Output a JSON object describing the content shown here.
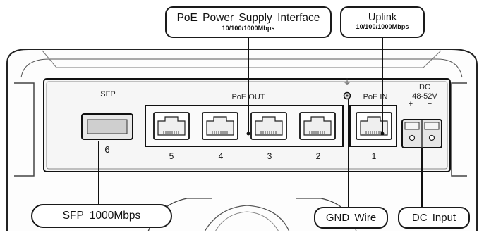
{
  "callouts": {
    "poe_supply": {
      "title": "PoE Power Supply Interface",
      "subtitle": "10/100/1000Mbps"
    },
    "uplink": {
      "title": "Uplink",
      "subtitle": "10/100/1000Mbps"
    },
    "sfp": {
      "title": "SFP 1000Mbps"
    },
    "gnd": {
      "title": "GND Wire"
    },
    "dc": {
      "title": "DC Input"
    }
  },
  "panel": {
    "sfp_label": "SFP",
    "sfp_port_number": "6",
    "poe_out_label": "PoE OUT",
    "poe_in_label": "PoE IN",
    "dc_label": "DC",
    "dc_voltage": "48-52V",
    "dc_plus": "+",
    "dc_minus": "−",
    "ground_symbol": "⏚",
    "ports": [
      "5",
      "4",
      "3",
      "2"
    ],
    "uplink_port": "1"
  }
}
